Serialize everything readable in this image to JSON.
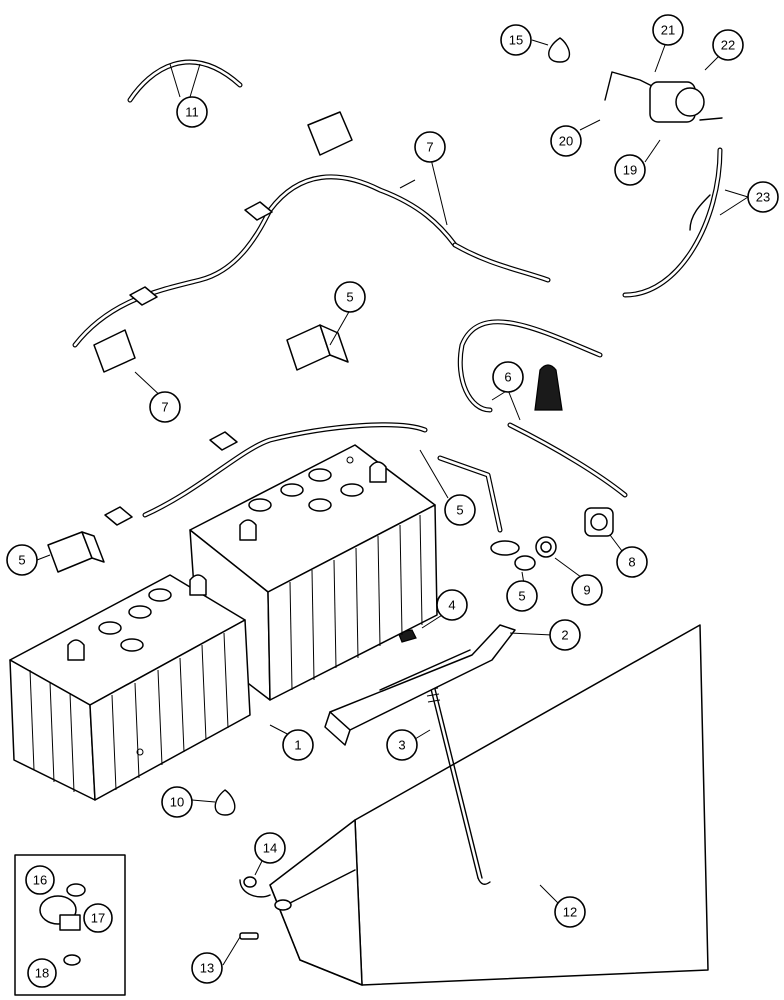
{
  "callouts": [
    {
      "id": "c1",
      "label": "1"
    },
    {
      "id": "c2",
      "label": "2"
    },
    {
      "id": "c3",
      "label": "3"
    },
    {
      "id": "c4",
      "label": "4"
    },
    {
      "id": "c5a",
      "label": "5"
    },
    {
      "id": "c5b",
      "label": "5"
    },
    {
      "id": "c5c",
      "label": "5"
    },
    {
      "id": "c5d",
      "label": "5"
    },
    {
      "id": "c6",
      "label": "6"
    },
    {
      "id": "c7a",
      "label": "7"
    },
    {
      "id": "c7b",
      "label": "7"
    },
    {
      "id": "c8",
      "label": "8"
    },
    {
      "id": "c9",
      "label": "9"
    },
    {
      "id": "c10",
      "label": "10"
    },
    {
      "id": "c11",
      "label": "11"
    },
    {
      "id": "c12",
      "label": "12"
    },
    {
      "id": "c13",
      "label": "13"
    },
    {
      "id": "c14",
      "label": "14"
    },
    {
      "id": "c15",
      "label": "15"
    },
    {
      "id": "c16",
      "label": "16"
    },
    {
      "id": "c17",
      "label": "17"
    },
    {
      "id": "c18",
      "label": "18"
    },
    {
      "id": "c19",
      "label": "19"
    },
    {
      "id": "c20",
      "label": "20"
    },
    {
      "id": "c21",
      "label": "21"
    },
    {
      "id": "c22",
      "label": "22"
    },
    {
      "id": "c23",
      "label": "23"
    }
  ]
}
